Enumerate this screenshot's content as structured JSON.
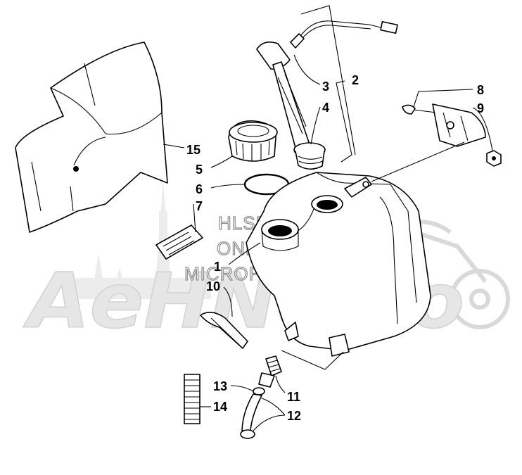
{
  "watermark": {
    "lines": [
      "HLSM'S",
      "ONLINE",
      "MICROFICHE"
    ],
    "brand": "AeHNeMo"
  },
  "callouts": [
    "1",
    "2",
    "3",
    "4",
    "5",
    "6",
    "7",
    "8",
    "9",
    "10",
    "11",
    "12",
    "13",
    "14",
    "15"
  ],
  "colors": {
    "line": "#000000",
    "background": "#ffffff",
    "watermark": "#d9d9d9"
  }
}
